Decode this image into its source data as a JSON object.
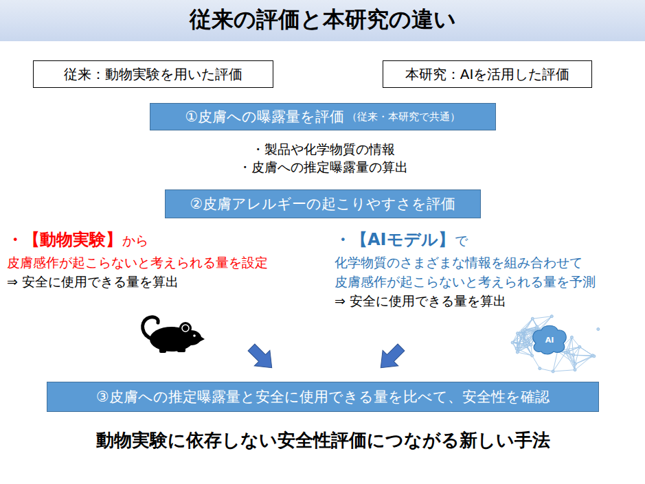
{
  "diagram": {
    "title": "従来の評価と本研究の違い",
    "nodes": [
      {
        "text": [
          "従来：動物実験を用いた評価"
        ]
      },
      {
        "text": [
          "本研究：AIを活用した評価"
        ]
      },
      {
        "text": [
          "①皮膚への曝露量を評価",
          "（従来・本研究で共通）"
        ]
      },
      {
        "text": [
          "②皮膚アレルギーの起こりやすさを評価"
        ]
      },
      {
        "text": [
          "③皮膚への推定曝露量と安全に使用できる量を比べて、安全性を確認"
        ]
      }
    ],
    "labels": [
      "・製品や化学物質の情報",
      "・皮膚への推定曝露量の算出",
      "・【動物実験】",
      "から",
      "皮膚感作が起こらないと考えられる量を設定",
      "⇒ 安全に使用できる量を算出",
      "・【AIモデル】",
      "で",
      "化学物質のさまざまな情報を組み合わせて",
      "皮膚感作が起こらないと考えられる量を予測",
      "⇒ 安全に使用できる量を算出",
      "AI",
      "動物実験に依存しない安全性評価につながる新しい手法"
    ]
  }
}
